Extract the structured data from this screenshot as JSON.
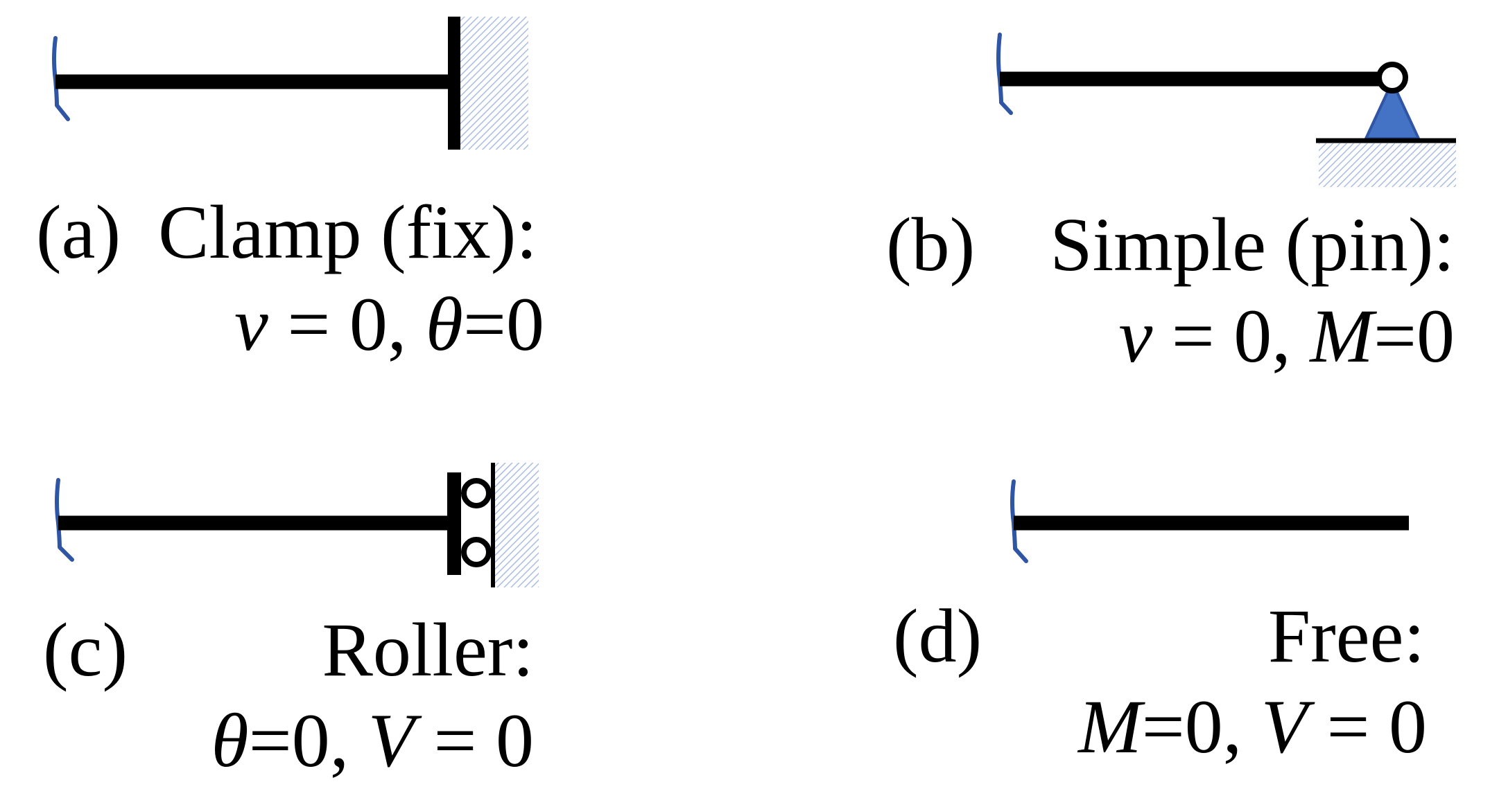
{
  "colors": {
    "support_blue": "#4472c4",
    "cut_line": "#2f55a4",
    "hatch": "#a9bde4",
    "ink": "#000000"
  },
  "panels": [
    {
      "letter": "(a)",
      "name": "Clamp (fix):",
      "cond_1_var": "v",
      "cond_1_rest": " = 0, ",
      "cond_2_var": "θ",
      "cond_2_rest": "=0"
    },
    {
      "letter": "(b)",
      "name": "Simple (pin):",
      "cond_1_var": "v",
      "cond_1_rest": " = 0, ",
      "cond_2_var": "M",
      "cond_2_rest": "=0"
    },
    {
      "letter": "(c)",
      "name": "Roller:",
      "cond_1_var": "θ",
      "cond_1_rest": "=0, ",
      "cond_2_var": "V",
      "cond_2_rest": " = 0"
    },
    {
      "letter": "(d)",
      "name": "Free:",
      "cond_1_var": "M",
      "cond_1_rest": "=0, ",
      "cond_2_var": "V",
      "cond_2_rest": " = 0"
    }
  ]
}
